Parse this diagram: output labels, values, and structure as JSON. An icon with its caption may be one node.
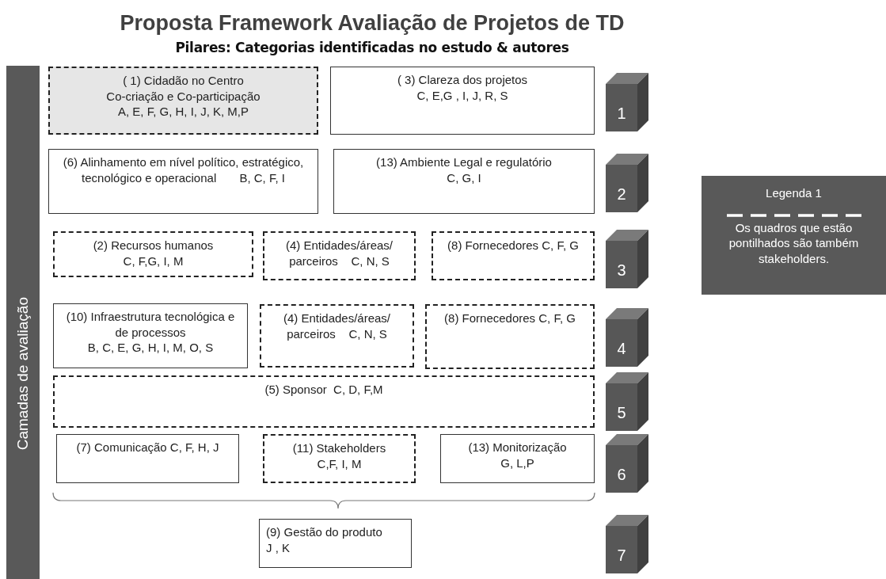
{
  "diagram": {
    "title": "Proposta Framework Avaliação de Projetos  de TD",
    "nodes": [
      {
        "text": [
          "Camadas de avaliação"
        ]
      },
      {
        "text": [
          "( 1) Cidadão no Centro",
          "Co-criação e Co-participação",
          "A, E, F, G, H, I, J, K, M,P"
        ]
      },
      {
        "text": [
          "( 3) Clareza dos projetos",
          "C, E,G , I, J, R, S"
        ]
      },
      {
        "text": [
          "1"
        ]
      },
      {
        "text": [
          "(6) Alinhamento em nível político, estratégico, tecnológico e operacional       B, C, F, I"
        ]
      },
      {
        "text": [
          "(13) Ambiente Legal e regulatório",
          "C, G, I"
        ]
      },
      {
        "text": [
          "2"
        ]
      },
      {
        "text": [
          "Legenda 1"
        ]
      },
      {
        "text": [
          "(2) Recursos humanos",
          "C, F,G, I, M"
        ]
      },
      {
        "text": [
          "(4) Entidades/áreas/ parceiros    C, N, S"
        ]
      },
      {
        "text": [
          "(8) Fornecedores C, F, G"
        ]
      },
      {
        "text": [
          "3"
        ]
      },
      {
        "text": [
          "(10) Infraestrutura tecnológica e de processos",
          "B, C, E, G, H, I, M, O, S"
        ]
      },
      {
        "text": [
          "(4) Entidades/áreas/ parceiros    C, N, S"
        ]
      },
      {
        "text": [
          "(8) Fornecedores C, F, G"
        ]
      },
      {
        "text": [
          "4"
        ]
      },
      {
        "text": [
          "(5) Sponsor  C, D, F,M"
        ]
      },
      {
        "text": [
          "5"
        ]
      },
      {
        "text": [
          "(7) Comunicação C, F, H, J"
        ]
      },
      {
        "text": [
          "(11) Stakeholders",
          "C,F, I, M"
        ]
      },
      {
        "text": [
          "(13) Monitorização",
          "G, L,P"
        ]
      },
      {
        "text": [
          "6"
        ]
      },
      {
        "text": [
          "(9) Gestão do produto       J , K"
        ]
      },
      {
        "text": [
          "7"
        ]
      }
    ],
    "labels": [
      "Pilares: Categorias identificadas no estudo & autores"
    ],
    "legend": [
      {
        "text": "Os quadros que estão pontilhados são também stakeholders."
      }
    ]
  }
}
